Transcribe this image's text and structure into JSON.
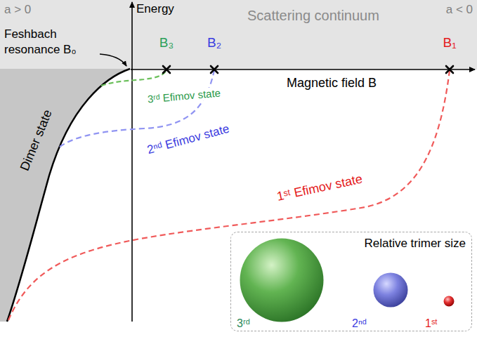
{
  "diagram": {
    "nodes": [
      {
        "text": [
          "Relative trimer size"
        ]
      },
      {
        "text": [
          "3ʳᵈ"
        ],
        "in": 0
      },
      {
        "text": [
          "2ⁿᵈ"
        ],
        "in": 0
      },
      {
        "text": [
          "1ˢᵗ"
        ],
        "in": 0
      }
    ],
    "labels": [
      "a > 0",
      "a < 0",
      "Energy",
      "Scattering continuum",
      "Feshbach resonance B₀",
      "B₃",
      "B₂",
      "B₁",
      "Magnetic field B",
      "Dimer state",
      "3ʳᵈ Efimov state",
      "2ⁿᵈ Efimov state",
      "1ˢᵗ Efimov state"
    ]
  }
}
